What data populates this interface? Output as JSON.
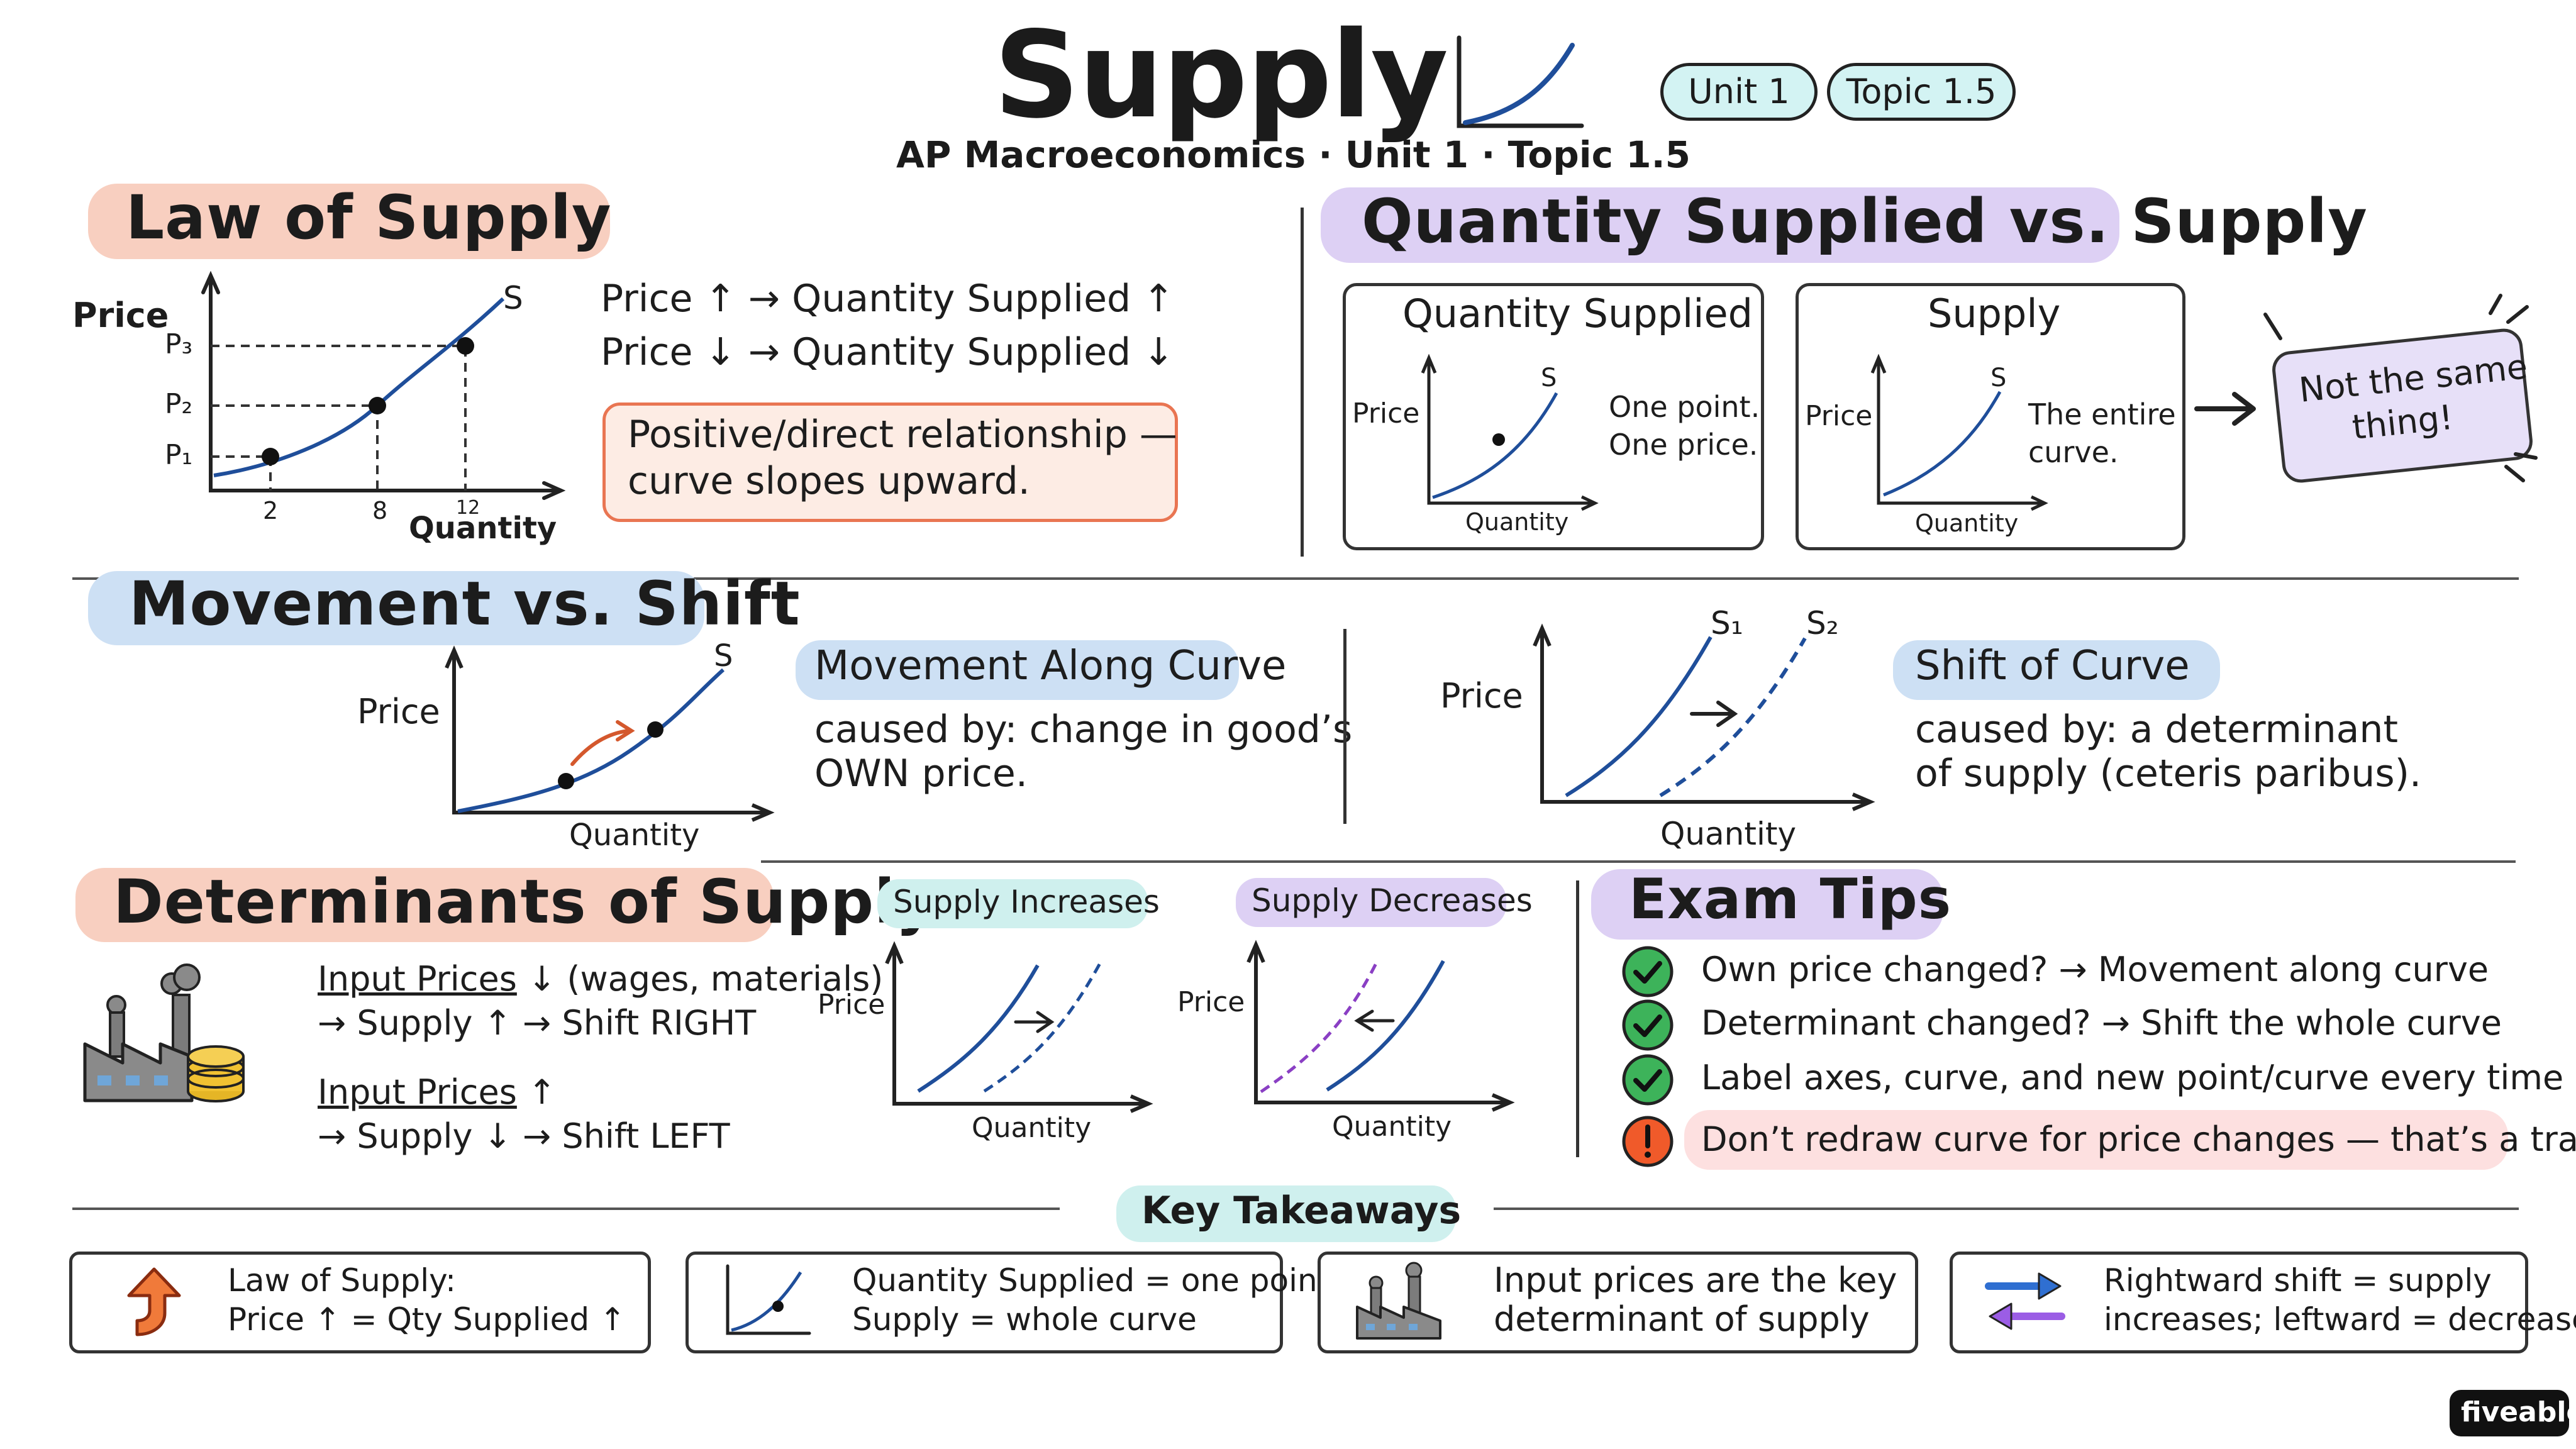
{
  "header": {
    "title": "Supply",
    "subtitle": "AP Macroeconomics · Unit 1 · Topic 1.5",
    "unit_badge": "Unit 1",
    "topic_badge": "Topic 1.5"
  },
  "law_of_supply": {
    "heading": "Law of Supply",
    "graph": {
      "y_axis": "Price",
      "x_axis": "Quantity",
      "curve_label": "S",
      "price_labels": [
        "P₃",
        "P₂",
        "P₁"
      ],
      "quantity_ticks": [
        "2",
        "8",
        "12"
      ]
    },
    "rule_up": "Price ↑ → Quantity Supplied ↑",
    "rule_down": "Price ↓ → Quantity Supplied ↓",
    "note_line1": "Positive/direct relationship —",
    "note_line2": "curve slopes upward."
  },
  "qs_vs_supply": {
    "heading": "Quantity Supplied vs. Supply",
    "qs_box": {
      "title": "Quantity Supplied",
      "y_axis": "Price",
      "x_axis": "Quantity",
      "curve": "S",
      "line1": "One point.",
      "line2": "One price."
    },
    "supply_box": {
      "title": "Supply",
      "y_axis": "Price",
      "x_axis": "Quantity",
      "curve": "S",
      "line1": "The entire",
      "line2": "curve."
    },
    "callout_line1": "Not the same",
    "callout_line2": "thing!"
  },
  "movement_vs_shift": {
    "heading": "Movement vs. Shift",
    "movement_graph": {
      "y_axis": "Price",
      "x_axis": "Quantity",
      "curve": "S"
    },
    "movement_title": "Movement Along Curve",
    "movement_line1": "caused by: change in good’s",
    "movement_line2": "OWN price.",
    "shift_graph": {
      "y_axis": "Price",
      "x_axis": "Quantity",
      "curve1": "S₁",
      "curve2": "S₂"
    },
    "shift_title": "Shift of Curve",
    "shift_line1": "caused by: a determinant",
    "shift_line2": "of supply (ceteris paribus)."
  },
  "determinants": {
    "heading": "Determinants of Supply",
    "item1_label": "Input Prices",
    "item1_rest": " ↓ (wages, materials)",
    "item1_line2": "→ Supply ↑ → Shift RIGHT",
    "item2_label": "Input Prices",
    "item2_rest": " ↑",
    "item2_line2": "→ Supply ↓ → Shift LEFT",
    "increase_title": "Supply Increases",
    "decrease_title": "Supply Decreases",
    "y_axis": "Price",
    "x_axis": "Quantity"
  },
  "exam_tips": {
    "heading": "Exam Tips",
    "tips": [
      "Own price changed? → Movement along curve",
      "Determinant changed? → Shift the whole curve",
      "Label axes, curve, and new point/curve every time",
      "Don’t redraw curve for price changes — that’s a trap!"
    ]
  },
  "key_takeaways": {
    "heading": "Key Takeaways",
    "items": [
      {
        "line1": "Law of Supply:",
        "line2": "Price ↑ = Qty Supplied ↑"
      },
      {
        "line1": "Quantity Supplied = one point;",
        "line2": "Supply = whole curve"
      },
      {
        "line1": "Input prices are the key",
        "line2": "determinant of supply"
      },
      {
        "line1": "Rightward shift = supply",
        "line2": "increases; leftward = decreases"
      }
    ]
  },
  "brand": "fiveable",
  "colors": {
    "curve_blue": "#1f4e9a",
    "law_highlight": "#f8cfc0",
    "qs_highlight": "#ddd0f4",
    "movement_highlight": "#cde0f4",
    "teal_highlight": "#cff0ee",
    "check_green": "#3db35a",
    "warning_orange": "#f05a2a",
    "note_box": "#fdece4",
    "callout_box": "#e7e0f8"
  }
}
